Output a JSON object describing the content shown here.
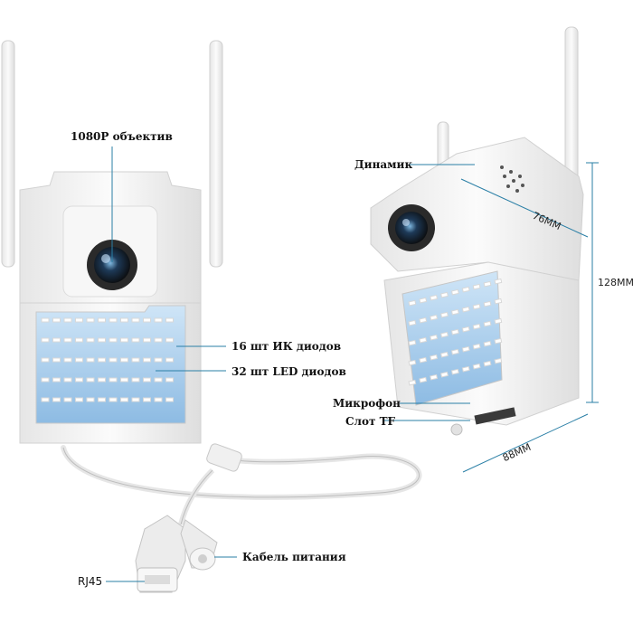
{
  "callouts": {
    "lens": "1080P объектив",
    "ir_leds": "16 шт ИК диодов",
    "white_leds": "32 шт LED диодов",
    "power_cable": "Кабель питания",
    "rj45": "RJ45",
    "speaker": "Динамик",
    "microphone": "Микрофон",
    "tf_slot": "Слот TF"
  },
  "dimensions": {
    "depth": "76MM",
    "height": "128MM",
    "width": "88MM"
  },
  "colors": {
    "callout_line": "#2a7fa6",
    "led_panel": "#9cc6ea",
    "housing": "#f2f2f2"
  }
}
